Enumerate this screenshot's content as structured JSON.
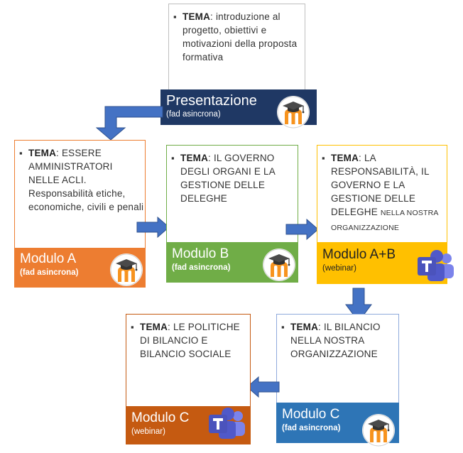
{
  "presentazione": {
    "tema_label": "TEMA",
    "tema_text": ": introduzione al progetto, obiettivi e motivazioni della proposta formativa",
    "title": "Presentazione",
    "subtitle": "(fad asincrona)",
    "color": "#1f3864"
  },
  "modulo_a": {
    "tema_label": "TEMA",
    "tema_text": ":  ESSERE AMMINISTRATORI NELLE ACLI. Responsabilità etiche, economiche, civili e penali",
    "title": "Modulo A",
    "subtitle": "(fad asincrona)",
    "color": "#ed7d31"
  },
  "modulo_b": {
    "tema_label": "TEMA",
    "tema_text": ": IL GOVERNO DEGLI ORGANI E LA GESTIONE DELLE DELEGHE",
    "title": "Modulo B",
    "subtitle": "(fad asincrona)",
    "color": "#70ad47"
  },
  "modulo_ab": {
    "tema_label": "TEMA",
    "tema_text": ": LA RESPONSABILITÀ, IL GOVERNO E LA GESTIONE DELLE DELEGHE",
    "tema_small": "NELLA NOSTRA ORGANIZZAZIONE",
    "title": "Modulo A+B",
    "subtitle": "(webinar)",
    "color": "#ffc000"
  },
  "modulo_c_fad": {
    "tema_label": "TEMA",
    "tema_text": ": IL BILANCIO NELLA NOSTRA ORGANIZZAZIONE",
    "title": "Modulo C",
    "subtitle": "(fad asincrona)",
    "color": "#2e75b6"
  },
  "modulo_c_webinar": {
    "tema_label": "TEMA",
    "tema_text": ": LE POLITICHE DI BILANCIO E BILANCIO SOCIALE",
    "title": "Modulo C",
    "subtitle": "(webinar)",
    "color": "#c55a11"
  },
  "icons": {
    "moodle": "moodle-logo-icon",
    "teams": "teams-logo-icon"
  },
  "colors": {
    "arrow": "#4472c4",
    "moodle_orange": "#f7931e",
    "teams_purple": "#5059c9"
  }
}
